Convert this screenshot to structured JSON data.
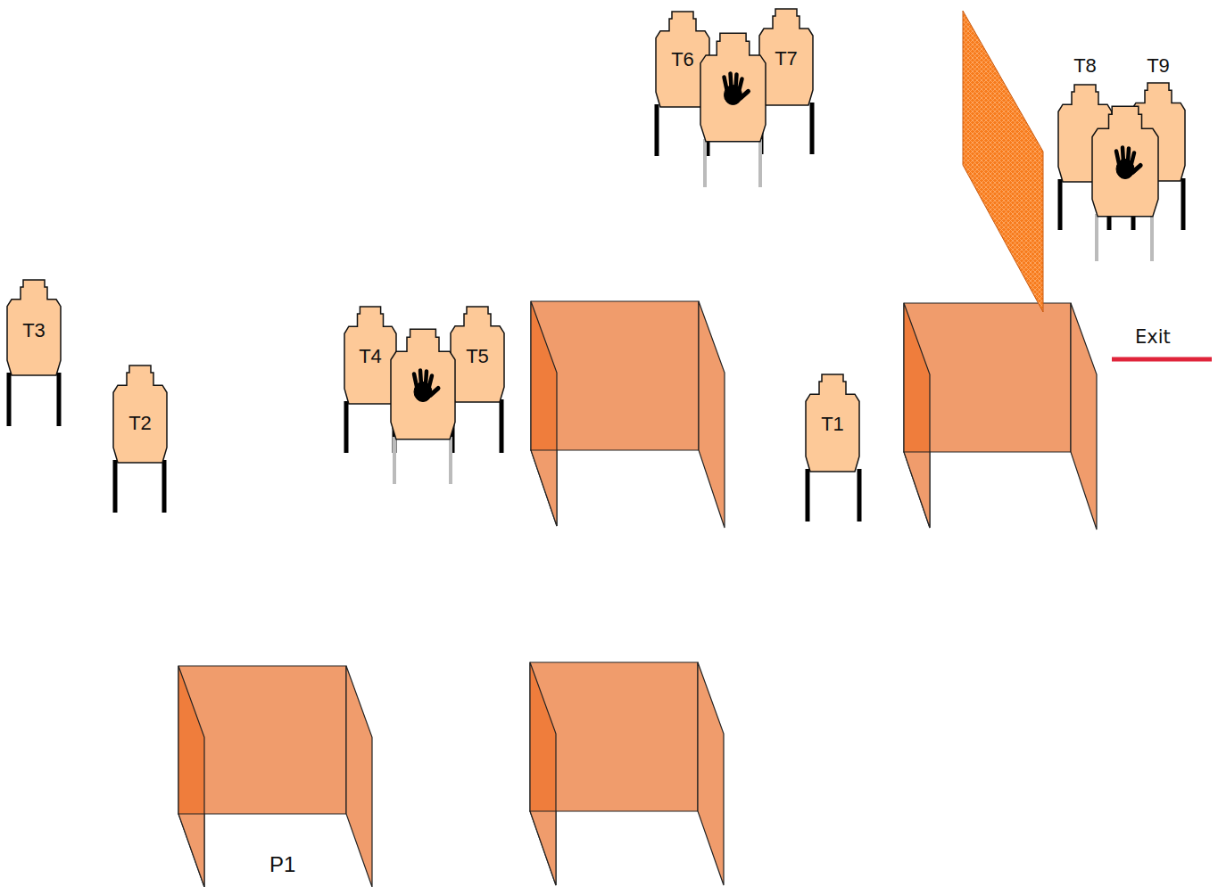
{
  "diagram": {
    "nodes": [
      {
        "text": [
          "T1"
        ]
      },
      {
        "text": [
          "T2"
        ]
      },
      {
        "text": [
          "T3"
        ]
      },
      {
        "text": [
          "T4"
        ]
      },
      {
        "text": [
          "T5"
        ]
      },
      {
        "text": [
          "T6"
        ]
      },
      {
        "text": [
          "T7"
        ]
      },
      {
        "text": [
          "T8"
        ]
      },
      {
        "text": [
          "T9"
        ]
      }
    ],
    "labels": [
      "Exit",
      "P1"
    ]
  }
}
